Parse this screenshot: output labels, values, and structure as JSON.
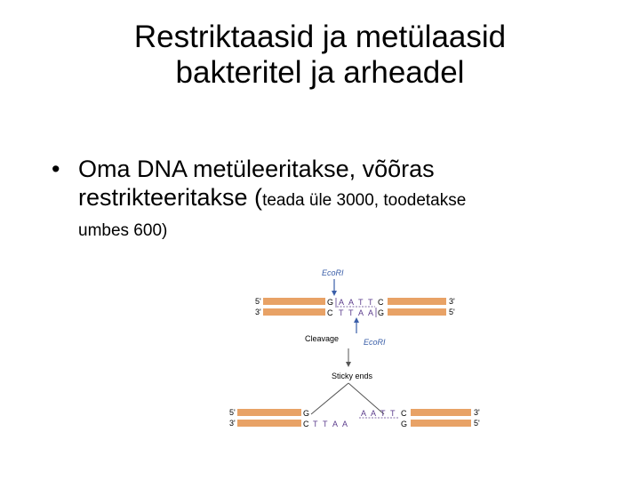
{
  "slide": {
    "title_line1": "Restriktaasid ja metülaasid",
    "title_line2": "bakteritel ja arheadel",
    "bullet_symbol": "•",
    "bullet_line1": "Oma DNA metüleeritakse, võõras",
    "bullet_line2_large": "restrikteeritakse (",
    "bullet_line2_small": "teada üle 3000, toodetakse",
    "bullet_line3": "umbes 600)"
  },
  "diagram": {
    "enzyme_top": "EcoRI",
    "enzyme_bottom": "EcoRI",
    "label_5prime": "5'",
    "label_3prime": "3'",
    "top_strand": [
      "G",
      "A",
      "A",
      "T",
      "T",
      "C"
    ],
    "bottom_strand": [
      "C",
      "T",
      "T",
      "A",
      "A",
      "G"
    ],
    "cleavage_label": "Cleavage",
    "sticky_label": "Sticky ends",
    "left_frag_top": "G",
    "left_frag_bottom": [
      "C",
      "T",
      "T",
      "A",
      "A"
    ],
    "right_frag_top": [
      "A",
      "A",
      "T",
      "T",
      "C"
    ],
    "right_frag_bottom": "G",
    "colors": {
      "dna_bar": "#e8a266",
      "dna_bar_dark": "#c9874c",
      "recognition": "#5b3c8c",
      "enzyme": "#3a5ea8"
    }
  }
}
